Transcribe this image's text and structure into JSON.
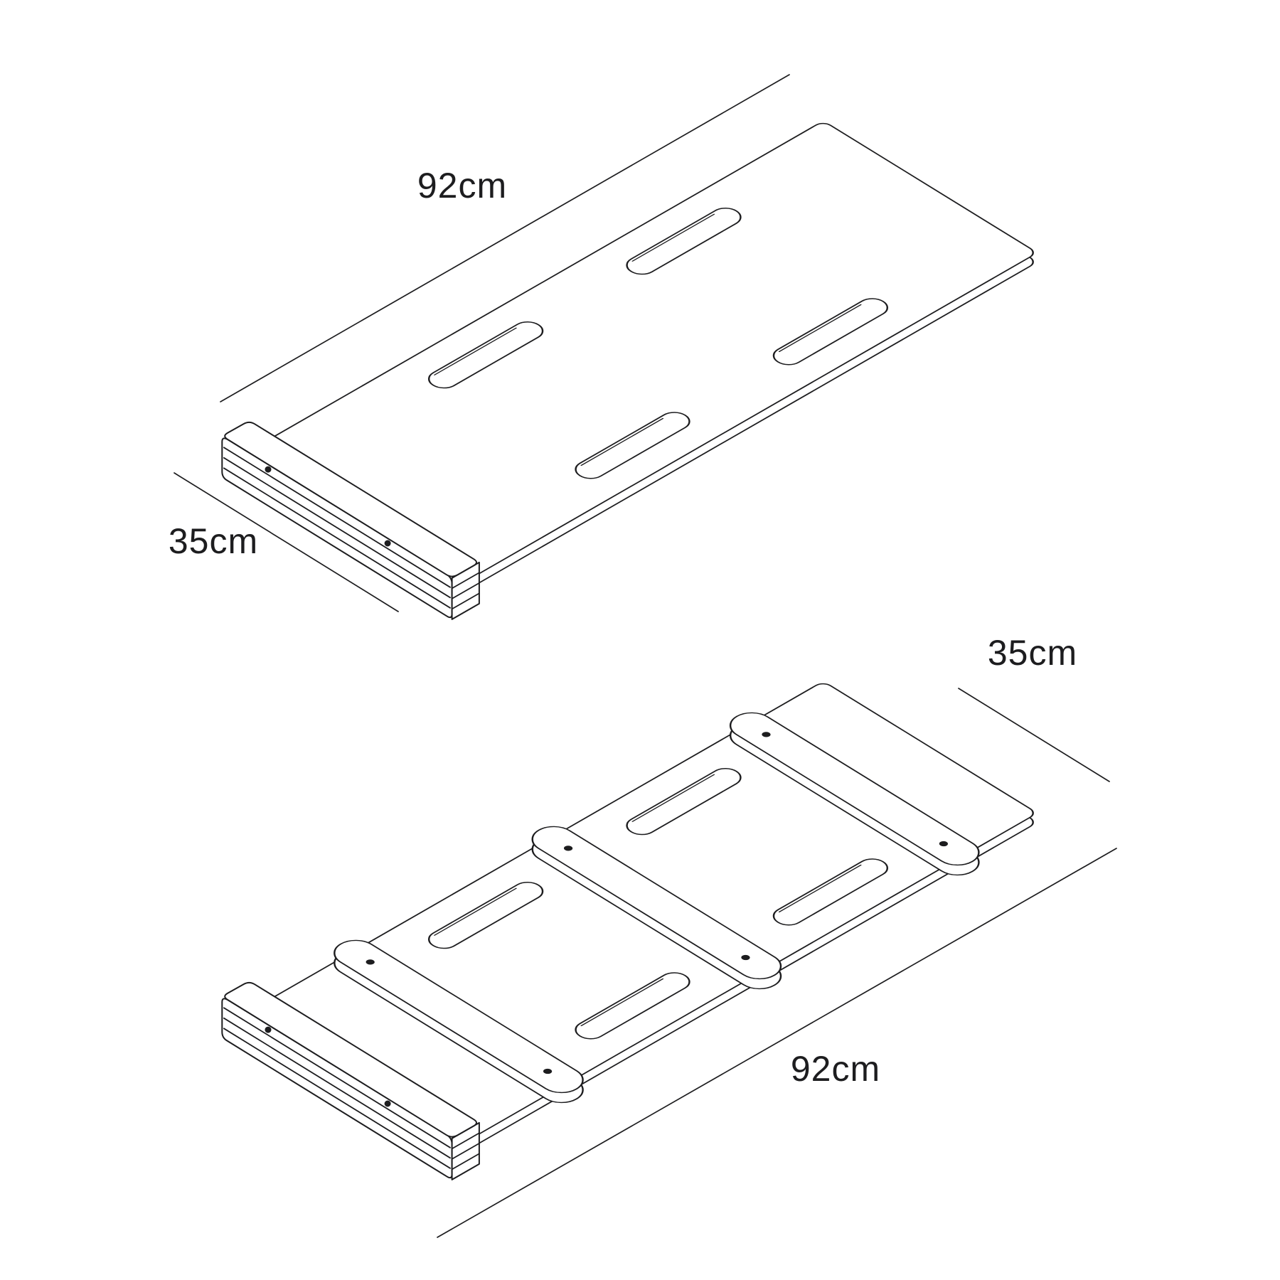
{
  "diagram": {
    "top_view": {
      "length_label": "92cm",
      "width_label": "35cm"
    },
    "bottom_view": {
      "width_label": "35cm",
      "length_label": "92cm"
    }
  },
  "style": {
    "background": "#ffffff",
    "line_color": "#1d1d1f",
    "label_color": "#1d1d1f"
  }
}
